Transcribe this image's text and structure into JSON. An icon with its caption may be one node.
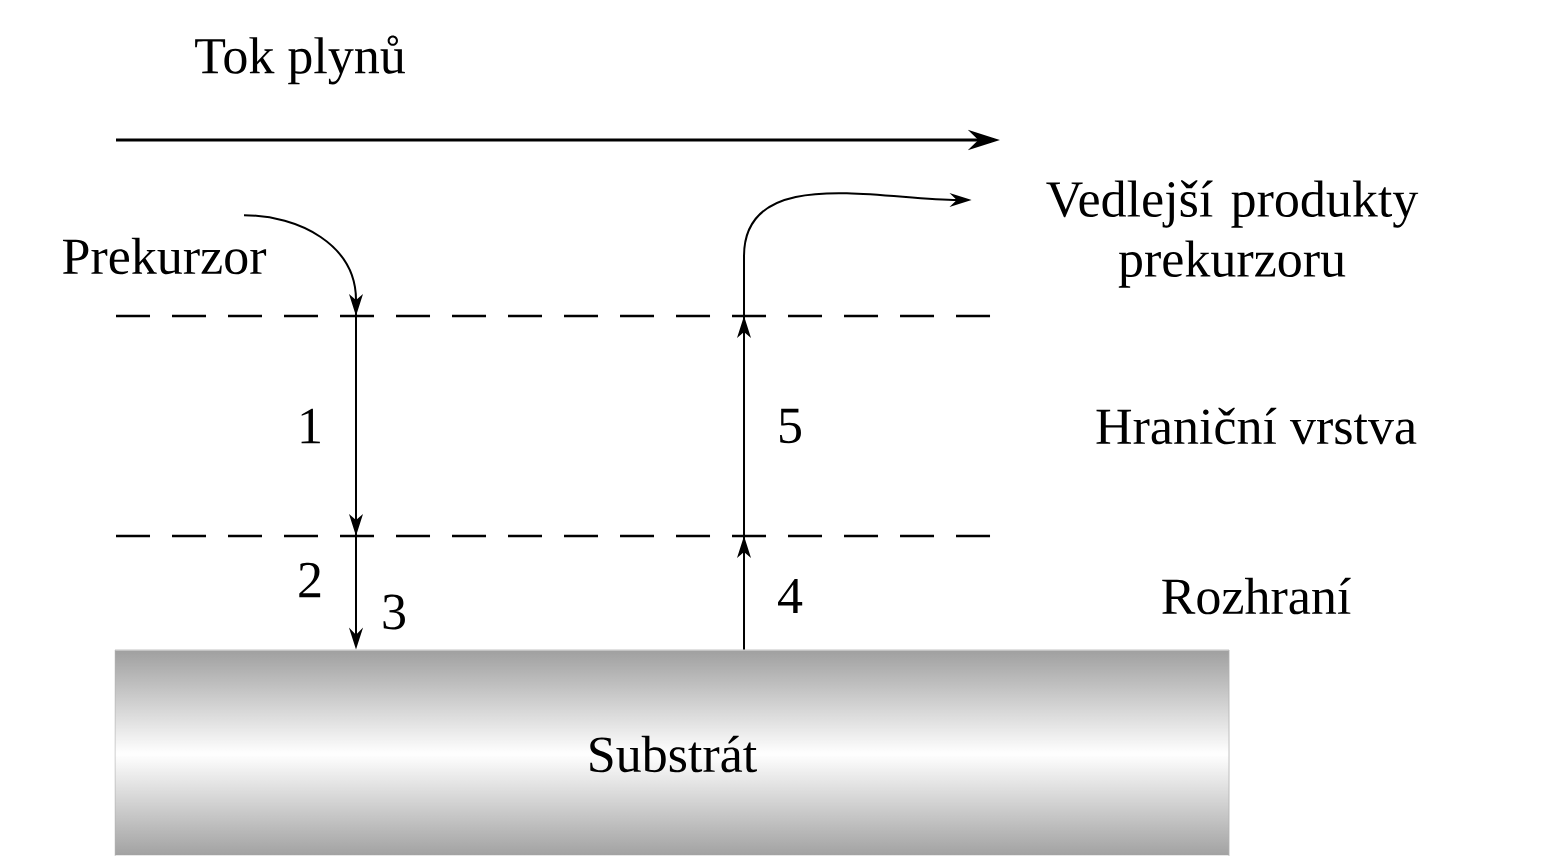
{
  "diagram": {
    "nodes": [
      {
        "text": [
          "Substrát"
        ]
      },
      {
        "text": [
          "Prekurzor"
        ]
      },
      {
        "text": [
          "Vedlejší produkty prekurzoru"
        ]
      }
    ],
    "edges": [
      {
        "from": 1,
        "to": 0,
        "arrow": "to"
      },
      {
        "from": 0,
        "to": 2,
        "arrow": "to"
      }
    ],
    "labels": [
      "Tok plynů",
      "1",
      "5",
      "Hraniční vrstva",
      "2",
      "3",
      "4",
      "Rozhraní"
    ]
  }
}
